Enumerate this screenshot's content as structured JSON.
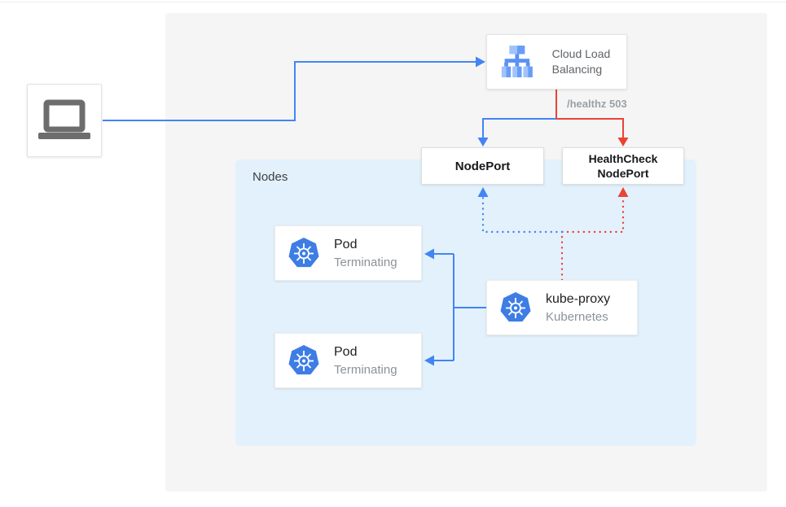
{
  "colors": {
    "flow_blue": "#4285f4",
    "flow_red": "#ea4335",
    "outer_panel_bg": "#f5f5f5",
    "nodes_panel_bg": "#e3f1fc",
    "kubernetes_blue": "#3d7de4",
    "laptop_gray": "#6d6d6d"
  },
  "icons": {
    "client": "laptop-icon",
    "load_balancer": "load-balancer-icon",
    "pod": "kubernetes-icon",
    "kube_proxy": "kubernetes-icon"
  },
  "nodes_panel": {
    "label": "Nodes"
  },
  "load_balancer": {
    "label": "Cloud Load Balancing"
  },
  "node_port": {
    "label": "NodePort"
  },
  "health_check_node_port": {
    "line1": "HealthCheck",
    "line2": "NodePort"
  },
  "kube_proxy": {
    "title": "kube-proxy",
    "subtitle": "Kubernetes"
  },
  "pods": [
    {
      "title": "Pod",
      "status": "Terminating"
    },
    {
      "title": "Pod",
      "status": "Terminating"
    }
  ],
  "edges": [
    {
      "from": "client",
      "to": "cloud-load-balancing",
      "style": "solid",
      "color": "blue"
    },
    {
      "from": "cloud-load-balancing",
      "to": "node-port",
      "style": "solid",
      "color": "blue"
    },
    {
      "from": "cloud-load-balancing",
      "to": "health-check-node-port",
      "style": "solid",
      "color": "red",
      "label": "/healthz 503"
    },
    {
      "from": "kube-proxy",
      "to": "node-port",
      "style": "dotted",
      "color": "blue"
    },
    {
      "from": "kube-proxy",
      "to": "health-check-node-port",
      "style": "dotted",
      "color": "red"
    },
    {
      "from": "kube-proxy",
      "to": "pod-1",
      "style": "solid",
      "color": "blue"
    },
    {
      "from": "kube-proxy",
      "to": "pod-2",
      "style": "solid",
      "color": "blue"
    }
  ]
}
